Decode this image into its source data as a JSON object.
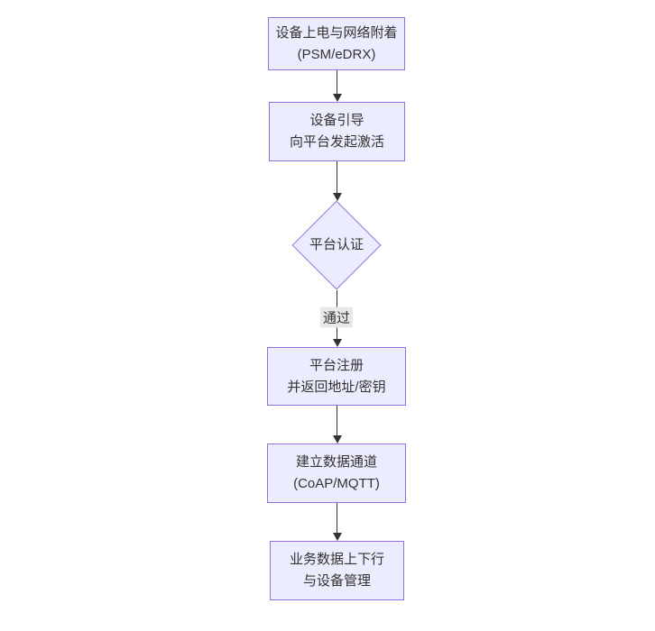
{
  "diagram": {
    "type": "flowchart",
    "direction": "top-down",
    "colors": {
      "background": "#ffffff",
      "node_fill": "#ECECFF",
      "node_border": "#9370DB",
      "text": "#333333",
      "arrow": "#333333",
      "edge_label_bg": "#e8e8e8"
    },
    "nodes": [
      {
        "id": "power-attach",
        "shape": "rect",
        "lines": [
          "设备上电与网络附着",
          "(PSM/eDRX)"
        ]
      },
      {
        "id": "bootstrap",
        "shape": "rect",
        "lines": [
          "设备引导",
          "向平台发起激活"
        ]
      },
      {
        "id": "platform-auth",
        "shape": "diamond",
        "lines": [
          "平台认证"
        ]
      },
      {
        "id": "register",
        "shape": "rect",
        "lines": [
          "平台注册",
          "并返回地址/密钥"
        ]
      },
      {
        "id": "data-channel",
        "shape": "rect",
        "lines": [
          "建立数据通道",
          "(CoAP/MQTT)"
        ]
      },
      {
        "id": "business-data",
        "shape": "rect",
        "lines": [
          "业务数据上下行",
          "与设备管理"
        ]
      }
    ],
    "edges": [
      {
        "from": "power-attach",
        "to": "bootstrap",
        "label": ""
      },
      {
        "from": "bootstrap",
        "to": "platform-auth",
        "label": ""
      },
      {
        "from": "platform-auth",
        "to": "register",
        "label": "通过"
      },
      {
        "from": "register",
        "to": "data-channel",
        "label": ""
      },
      {
        "from": "data-channel",
        "to": "business-data",
        "label": ""
      }
    ]
  }
}
